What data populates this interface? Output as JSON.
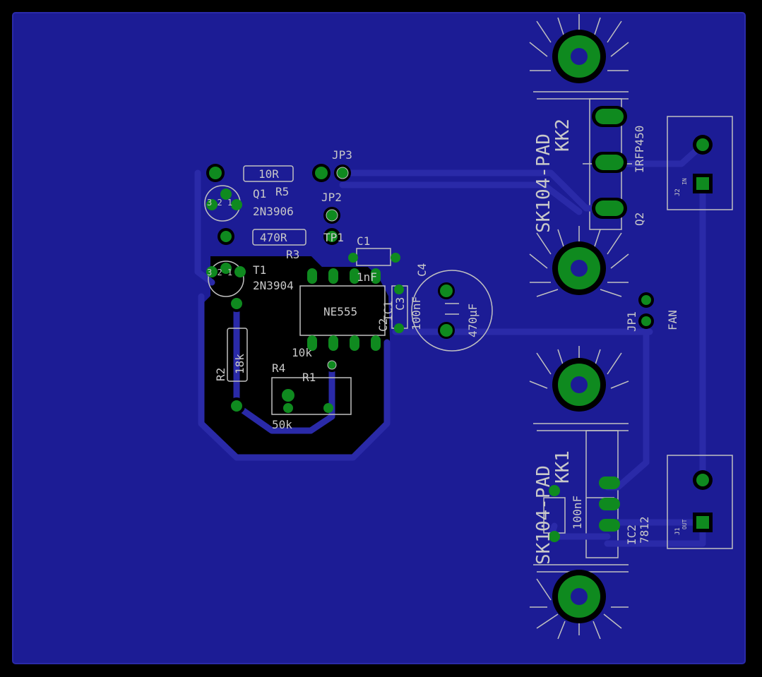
{
  "colors": {
    "background": "#000000",
    "board": "#1c1c95",
    "copper": "#000000",
    "trace": "#2a2aa8",
    "pad": "#0f8a1f",
    "silkscreen": "#c0c0c0"
  },
  "components": {
    "r5": {
      "ref": "R5",
      "value": "10R"
    },
    "r3": {
      "ref": "R3",
      "value": "470R"
    },
    "r2": {
      "ref": "R2",
      "value": "18k"
    },
    "r1": {
      "ref": "R1",
      "value": "50k"
    },
    "r4": {
      "ref": "R4",
      "value": "10k"
    },
    "q1": {
      "ref": "Q1",
      "value": "2N3906"
    },
    "t1": {
      "ref": "T1",
      "value": "2N3904"
    },
    "q2": {
      "ref": "Q2",
      "value": "IRFP450"
    },
    "ic1": {
      "ref": "IC1",
      "value": "NE555"
    },
    "ic2": {
      "ref": "IC2",
      "value": "7812"
    },
    "c1": {
      "ref": "C1",
      "value": "1nF"
    },
    "c2": {
      "ref": "C2",
      "value": "100nF"
    },
    "c3": {
      "ref": "C3",
      "value": "100nF"
    },
    "c4": {
      "ref": "C4",
      "value": "470µF"
    },
    "jp1": {
      "ref": "JP1",
      "value": "FAN"
    },
    "jp2": {
      "ref": "JP2"
    },
    "jp3": {
      "ref": "JP3"
    },
    "tp1": {
      "ref": "TP1"
    },
    "kk1": {
      "ref": "KK1",
      "value": "SK104-PAD"
    },
    "kk2": {
      "ref": "KK2",
      "value": "SK104-PAD"
    },
    "j1": {
      "ref": "J1"
    },
    "j2": {
      "ref": "J2"
    }
  },
  "pin_labels": {
    "q_pins": "3 2 1",
    "j1_pin": "OUT",
    "j2_pin": "IN"
  }
}
